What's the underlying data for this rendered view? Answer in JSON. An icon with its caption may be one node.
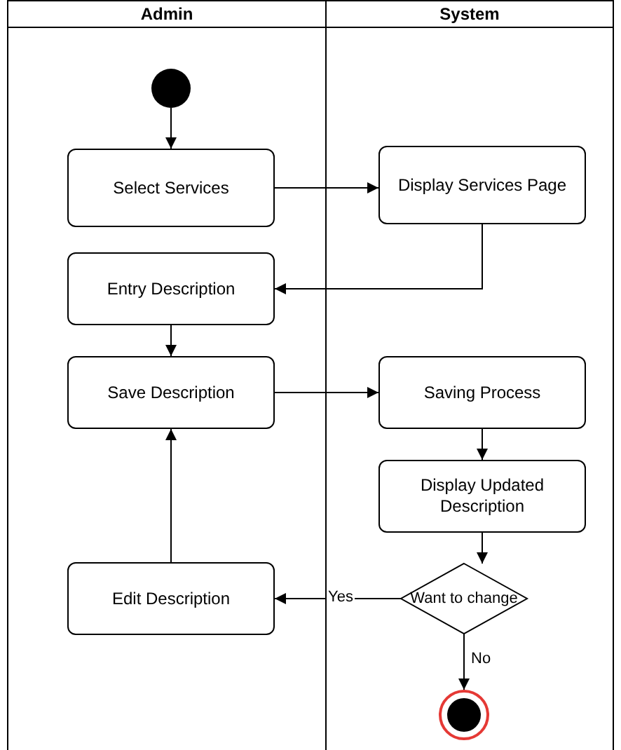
{
  "diagram": {
    "nodes": [
      {
        "text": [
          "Admin"
        ]
      },
      {
        "text": [
          "System"
        ]
      },
      {
        "text": [],
        "shape": "circle",
        "in": 0
      },
      {
        "text": [
          "Select Services"
        ],
        "in": 0
      },
      {
        "text": [
          "Display Services Page"
        ],
        "in": 1
      },
      {
        "text": [
          "Entry Description"
        ],
        "in": 0
      },
      {
        "text": [
          "Save Description"
        ],
        "in": 0
      },
      {
        "text": [
          "Saving Process"
        ],
        "in": 1
      },
      {
        "text": [
          "Display Updated Description"
        ],
        "in": 1
      },
      {
        "text": [
          "Want to change"
        ],
        "in": 1
      },
      {
        "text": [
          "Edit Description"
        ],
        "in": 0
      },
      {
        "text": [],
        "shape": "circle",
        "in": 1
      }
    ],
    "edges": [
      {
        "from": 2,
        "to": 3,
        "arrow": "to"
      },
      {
        "from": 3,
        "to": 4,
        "arrow": "to"
      },
      {
        "from": 4,
        "to": 5,
        "arrow": "to"
      },
      {
        "from": 5,
        "to": 6,
        "arrow": "to"
      },
      {
        "from": 6,
        "to": 7,
        "arrow": "to"
      },
      {
        "from": 7,
        "to": 8,
        "arrow": "to"
      },
      {
        "from": 8,
        "to": 9,
        "arrow": "to"
      },
      {
        "from": 9,
        "to": 10,
        "label": "Yes",
        "arrow": "to"
      },
      {
        "from": 9,
        "to": 11,
        "label": "No",
        "arrow": "to"
      },
      {
        "from": 10,
        "to": 6,
        "arrow": "to"
      }
    ]
  }
}
